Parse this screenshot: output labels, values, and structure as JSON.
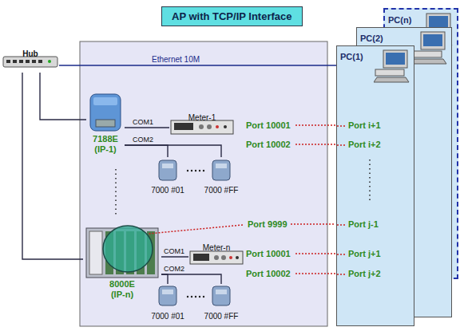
{
  "diagram": {
    "title": "AP with TCP/IP Interface",
    "nodes": [
      {
        "text": [
          "Hub"
        ]
      },
      {
        "text": [
          "7188E (IP-1)"
        ]
      },
      {
        "text": [
          "Meter-1"
        ]
      },
      {
        "text": [
          "7000 #01"
        ]
      },
      {
        "text": [
          "7000 #FF"
        ]
      },
      {
        "text": [
          "8000E (IP-n)"
        ]
      },
      {
        "text": [
          "Meter-n"
        ]
      },
      {
        "text": [
          "7000 #01"
        ]
      },
      {
        "text": [
          "7000 #FF"
        ]
      },
      {
        "text": [
          "PC(n)"
        ]
      },
      {
        "text": [
          "PC(2)"
        ]
      },
      {
        "text": [
          "PC(1)"
        ]
      }
    ],
    "edges": [
      {
        "from": 0,
        "to": 11,
        "label": "Ethernet 10M",
        "arrow": "none"
      },
      {
        "from": 0,
        "to": 1,
        "arrow": "none"
      },
      {
        "from": 0,
        "to": 5,
        "arrow": "none"
      },
      {
        "from": 1,
        "to": 2,
        "label": "COM1",
        "arrow": "none"
      },
      {
        "from": 1,
        "to": 3,
        "label": "COM2",
        "arrow": "none"
      },
      {
        "from": 1,
        "to": 4,
        "arrow": "none"
      },
      {
        "from": 5,
        "to": 6,
        "label": "COM1",
        "arrow": "none"
      },
      {
        "from": 5,
        "to": 7,
        "label": "COM2",
        "arrow": "none"
      },
      {
        "from": 5,
        "to": 8,
        "arrow": "none"
      }
    ],
    "labels": [
      "Port 10001",
      "Port i+1",
      "Port 10002",
      "Port i+2",
      "Port 9999",
      "Port j-1",
      "Port 10001",
      "Port j+1",
      "Port 10002",
      "Port j+2"
    ]
  }
}
